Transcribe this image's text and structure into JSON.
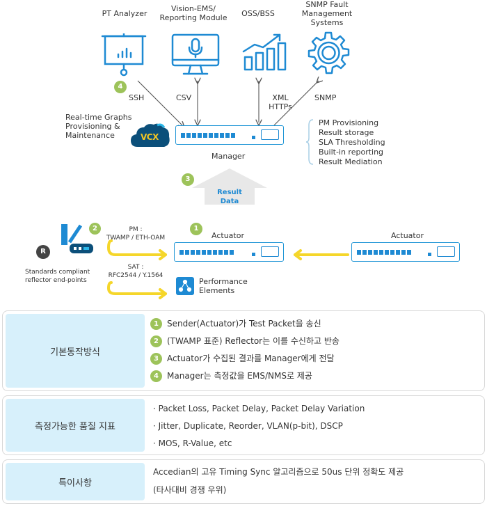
{
  "diagram": {
    "systems": {
      "pt_analyzer": "PT Analyzer",
      "vision_ems": "Vision-EMS/\nReporting Module",
      "oss_bss": "OSS/BSS",
      "snmp_fault": "SNMP Fault\nManagement\nSystems"
    },
    "protocols": {
      "ssh": "SSH",
      "csv": "CSV",
      "xml": "XML\nHTTPs",
      "snmp": "SNMP"
    },
    "cloud_caption": "Real-time Graphs\nProvisioning &\nMaintenance",
    "cloud_logo": "VCX",
    "manager_label": "Manager",
    "manager_features": [
      "PM Provisioning",
      "Result storage",
      "SLA Thresholding",
      "Built-in reporting",
      "Result Mediation"
    ],
    "result_data": "Result\nData",
    "actuator_label_1": "Actuator",
    "actuator_label_2": "Actuator",
    "pm_label": "PM :\nTWAMP / ETH-OAM",
    "sat_label": "SAT :\nRFC2544 / Y.1564",
    "reflector_badge": "R",
    "reflector_caption": "Standards compliant\nreflector end-points",
    "perf_elements": "Performance\nElements",
    "step_numbers": [
      "1",
      "2",
      "3",
      "4"
    ]
  },
  "panels": [
    {
      "heading": "기본동작방식",
      "items": [
        {
          "num": "1",
          "text": "Sender(Actuator)가 Test Packet을 송신"
        },
        {
          "num": "2",
          "text": "(TWAMP 표준) Reflector는 이를 수신하고 반송"
        },
        {
          "num": "3",
          "text": "Actuator가 수집된 결과를 Manager에게 전달"
        },
        {
          "num": "4",
          "text": "Manager는 측정값을 EMS/NMS로 제공"
        }
      ]
    },
    {
      "heading": "측정가능한 품질 지표",
      "items": [
        "· Packet Loss, Packet Delay, Packet Delay Variation",
        "· Jitter, Duplicate, Reorder, VLAN(p-bit), DSCP",
        "· MOS, R-Value, etc"
      ]
    },
    {
      "heading": "특이사항",
      "items": [
        "Accedian의 고유 Timing Sync 알고리즘으로 50us 단위 정확도 제공",
        "(타사대비 경쟁 우위)"
      ]
    }
  ],
  "colors": {
    "accent_blue": "#1e8ad3",
    "step_green": "#9dc35a",
    "arrow_yellow": "#f5d62a",
    "panel_head_bg": "#d7f0fb",
    "result_arrow": "#e8e8e8"
  },
  "icons": [
    "presentation-chart-icon",
    "monitor-mic-icon",
    "growth-chart-icon",
    "gear-icon",
    "cloud-icon",
    "reflector-device-icon",
    "network-node-icon"
  ]
}
